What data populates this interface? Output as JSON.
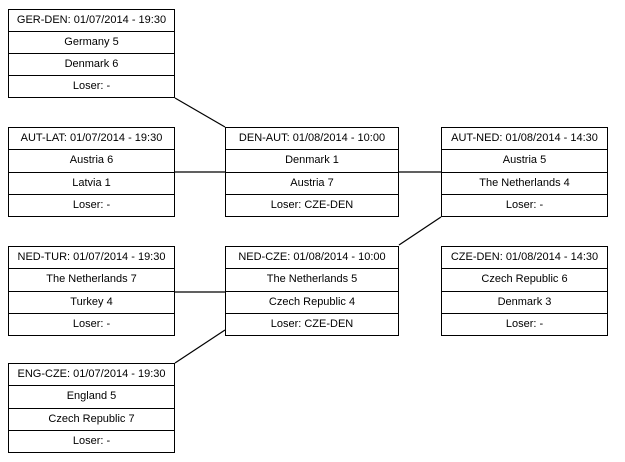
{
  "diagram": {
    "kind": "tournament-bracket",
    "background_color": "#ffffff",
    "line_color": "#000000",
    "text_color": "#000000"
  },
  "matches": [
    {
      "id": "GER-DEN",
      "header": "GER-DEN: 01/07/2014 - 19:30",
      "code": "GER-DEN",
      "date": "01/07/2014",
      "time": "19:30",
      "team1": "Germany 5",
      "team2": "Denmark 6",
      "loser": "Loser: -"
    },
    {
      "id": "AUT-LAT",
      "header": "AUT-LAT: 01/07/2014 - 19:30",
      "code": "AUT-LAT",
      "date": "01/07/2014",
      "time": "19:30",
      "team1": "Austria 6",
      "team2": "Latvia 1",
      "loser": "Loser: -"
    },
    {
      "id": "DEN-AUT",
      "header": "DEN-AUT: 01/08/2014 - 10:00",
      "code": "DEN-AUT",
      "date": "01/08/2014",
      "time": "10:00",
      "team1": "Denmark 1",
      "team2": "Austria 7",
      "loser": "Loser: CZE-DEN"
    },
    {
      "id": "AUT-NED",
      "header": "AUT-NED: 01/08/2014 - 14:30",
      "code": "AUT-NED",
      "date": "01/08/2014",
      "time": "14:30",
      "team1": "Austria 5",
      "team2": "The Netherlands 4",
      "loser": "Loser: -"
    },
    {
      "id": "NED-TUR",
      "header": "NED-TUR: 01/07/2014 - 19:30",
      "code": "NED-TUR",
      "date": "01/07/2014",
      "time": "19:30",
      "team1": "The Netherlands 7",
      "team2": "Turkey 4",
      "loser": "Loser: -"
    },
    {
      "id": "NED-CZE",
      "header": "NED-CZE: 01/08/2014 - 10:00",
      "code": "NED-CZE",
      "date": "01/08/2014",
      "time": "10:00",
      "team1": "The Netherlands 5",
      "team2": "Czech Republic 4",
      "loser": "Loser: CZE-DEN"
    },
    {
      "id": "CZE-DEN",
      "header": "CZE-DEN: 01/08/2014 - 14:30",
      "code": "CZE-DEN",
      "date": "01/08/2014",
      "time": "14:30",
      "team1": "Czech Republic 6",
      "team2": "Denmark 3",
      "loser": "Loser: -"
    },
    {
      "id": "ENG-CZE",
      "header": "ENG-CZE: 01/07/2014 - 19:30",
      "code": "ENG-CZE",
      "date": "01/07/2014",
      "time": "19:30",
      "team1": "England 5",
      "team2": "Czech Republic 7",
      "loser": "Loser: -"
    }
  ]
}
